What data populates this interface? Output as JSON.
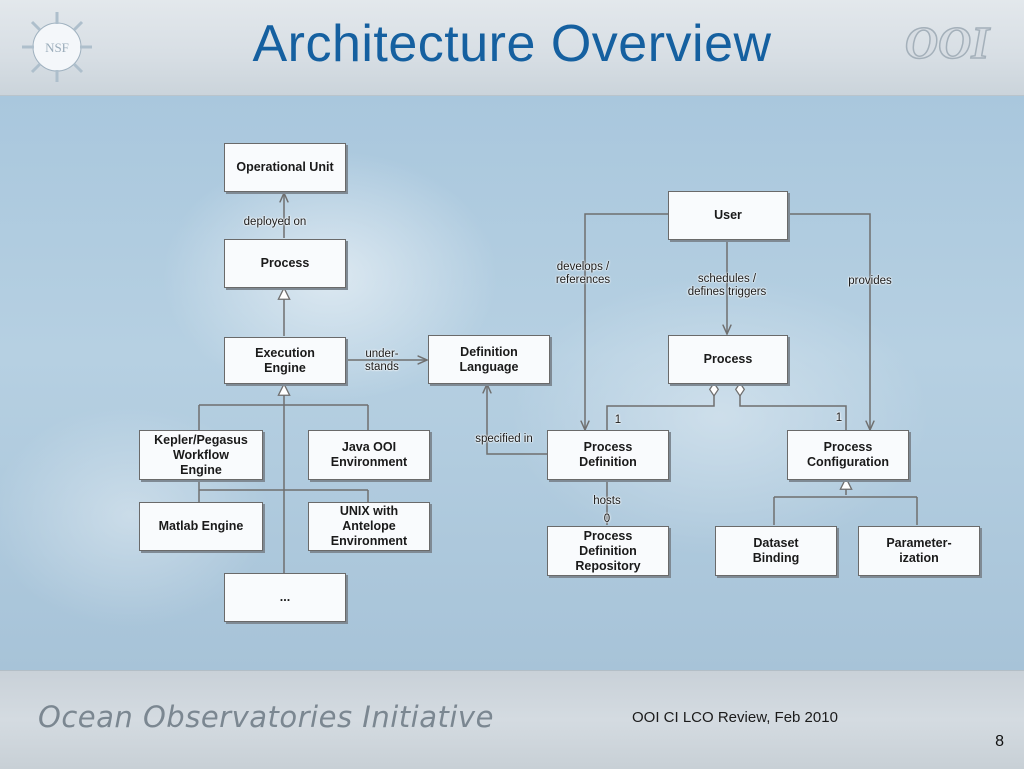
{
  "slide": {
    "title": "Architecture Overview",
    "footer_brand": "Ocean Observatories Initiative",
    "footer_note": "OOI CI LCO Review, Feb 2010",
    "page_number": "8",
    "nsf_logo_text": "NSF",
    "ooi_logo_text": "OOI"
  },
  "diagram": {
    "boxes": {
      "operational_unit": "Operational Unit",
      "process_left": "Process",
      "execution_engine": "Execution\nEngine",
      "definition_language": "Definition\nLanguage",
      "kepler": "Kepler/Pegasus\nWorkflow\nEngine",
      "java_ooi": "Java OOI\nEnvironment",
      "matlab": "Matlab Engine",
      "unix": "UNIX with\nAntelope\nEnvironment",
      "ellipsis": "...",
      "user": "User",
      "process_right": "Process",
      "process_definition": "Process\nDefinition",
      "process_configuration": "Process\nConfiguration",
      "process_definition_repository": "Process\nDefinition\nRepository",
      "dataset_binding": "Dataset\nBinding",
      "parameterization": "Parameter-\nization"
    },
    "labels": {
      "deployed_on": "deployed on",
      "understands": "under-\nstands",
      "develops_references": "develops /\nreferences",
      "schedules_triggers": "schedules /\ndefines triggers",
      "provides": "provides",
      "specified_in": "specified in",
      "hosts": "hosts",
      "mult_def": "1",
      "mult_conf": "1",
      "mult_repo": "0"
    }
  },
  "colors": {
    "title": "#1560a0",
    "box_fill": "#f9fbfd",
    "line": "#6f6f6f"
  }
}
